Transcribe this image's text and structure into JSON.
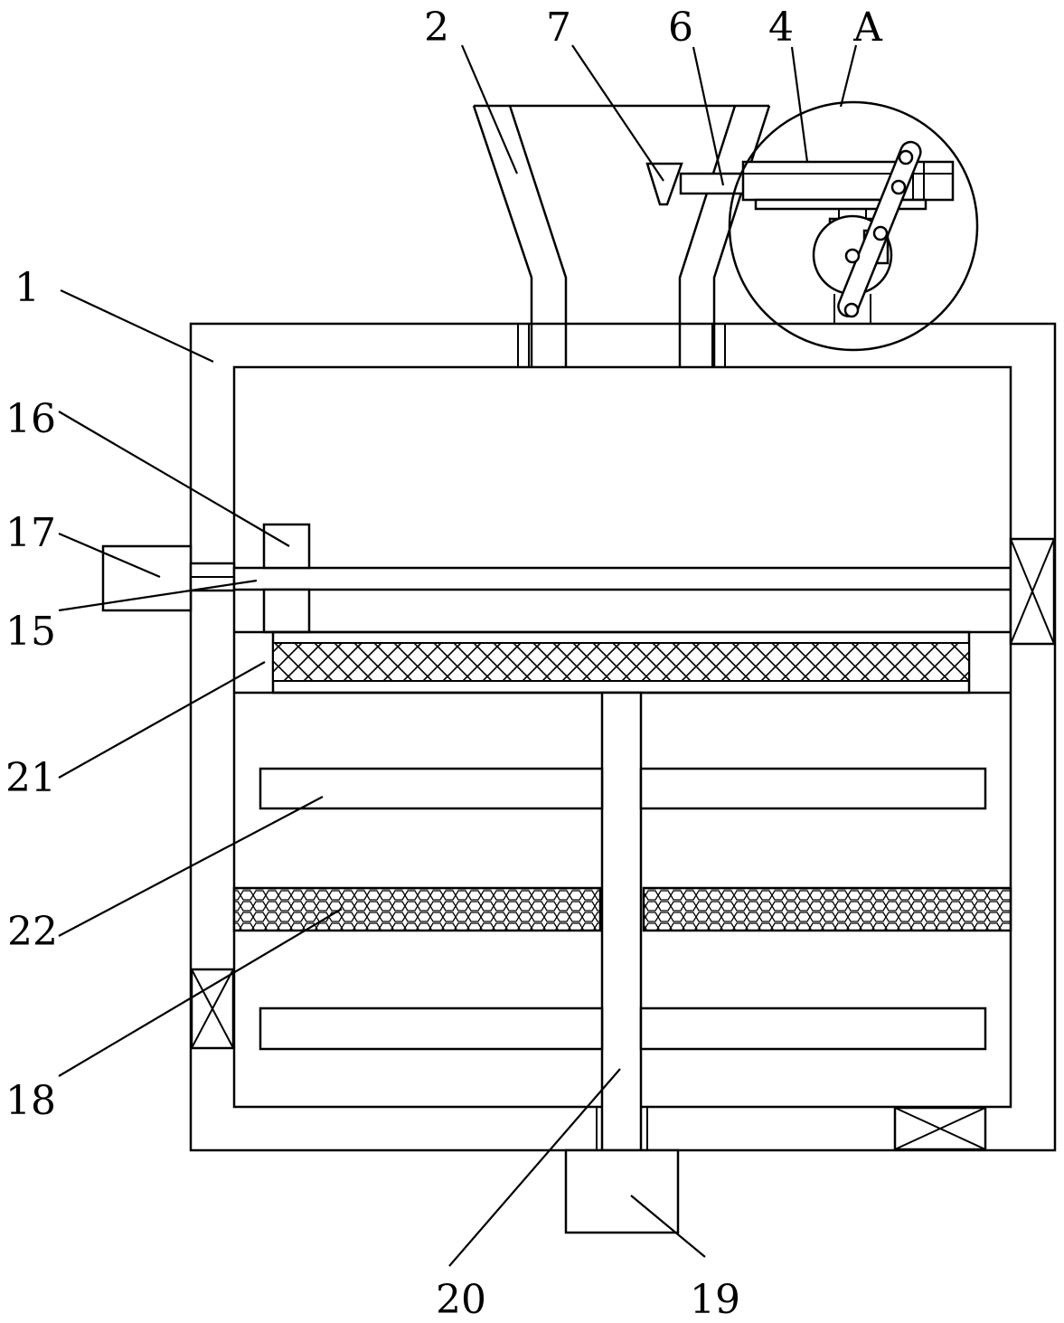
{
  "figure": {
    "labels": {
      "housing": "1",
      "funnel": "2",
      "rail": "4",
      "push_rod": "6",
      "scraper_block": "7",
      "detail_a": "A",
      "upper_bearing": "16",
      "side_motor": "17",
      "horizontal_shaft": "15",
      "upper_screen": "21",
      "stirring_blade": "22",
      "lower_screen": "18",
      "vertical_shaft": "20",
      "bottom_motor": "19"
    }
  }
}
